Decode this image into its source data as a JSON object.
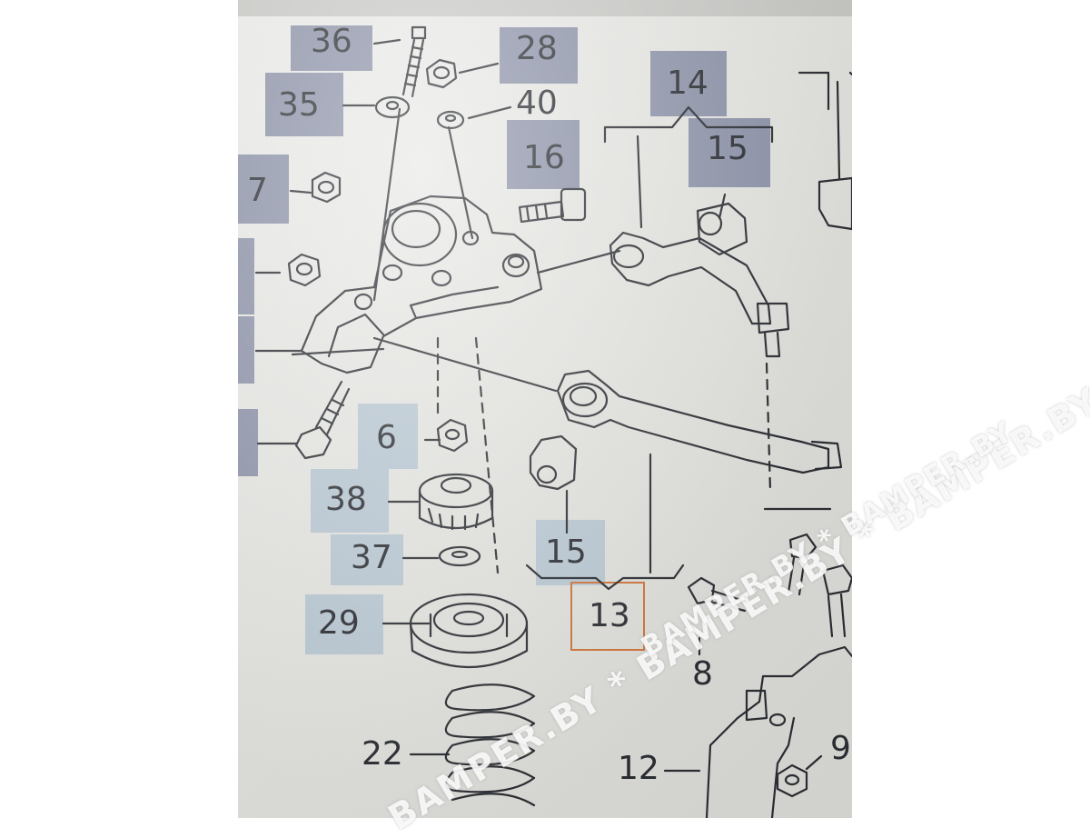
{
  "callouts": {
    "c36": "36",
    "c28": "28",
    "c35": "35",
    "c40": "40",
    "c14": "14",
    "c16": "16",
    "c15a": "15",
    "c7": "7",
    "c6": "6",
    "c38": "38",
    "c15b": "15",
    "c37": "37",
    "c29": "29",
    "c13": "13",
    "c8": "8",
    "c22": "22",
    "c12": "12",
    "c9": "9"
  },
  "watermark": {
    "line1": "BAMPER.BY * BAMPER.BY * BAMPER.BY",
    "line2": "BAMPER.BY * BAMPER.BY"
  },
  "colors": {
    "dark_box": "#8d93a9",
    "light_box": "#b9c8d3",
    "highlight": "#d0743a",
    "ink": "#2b2e33"
  }
}
